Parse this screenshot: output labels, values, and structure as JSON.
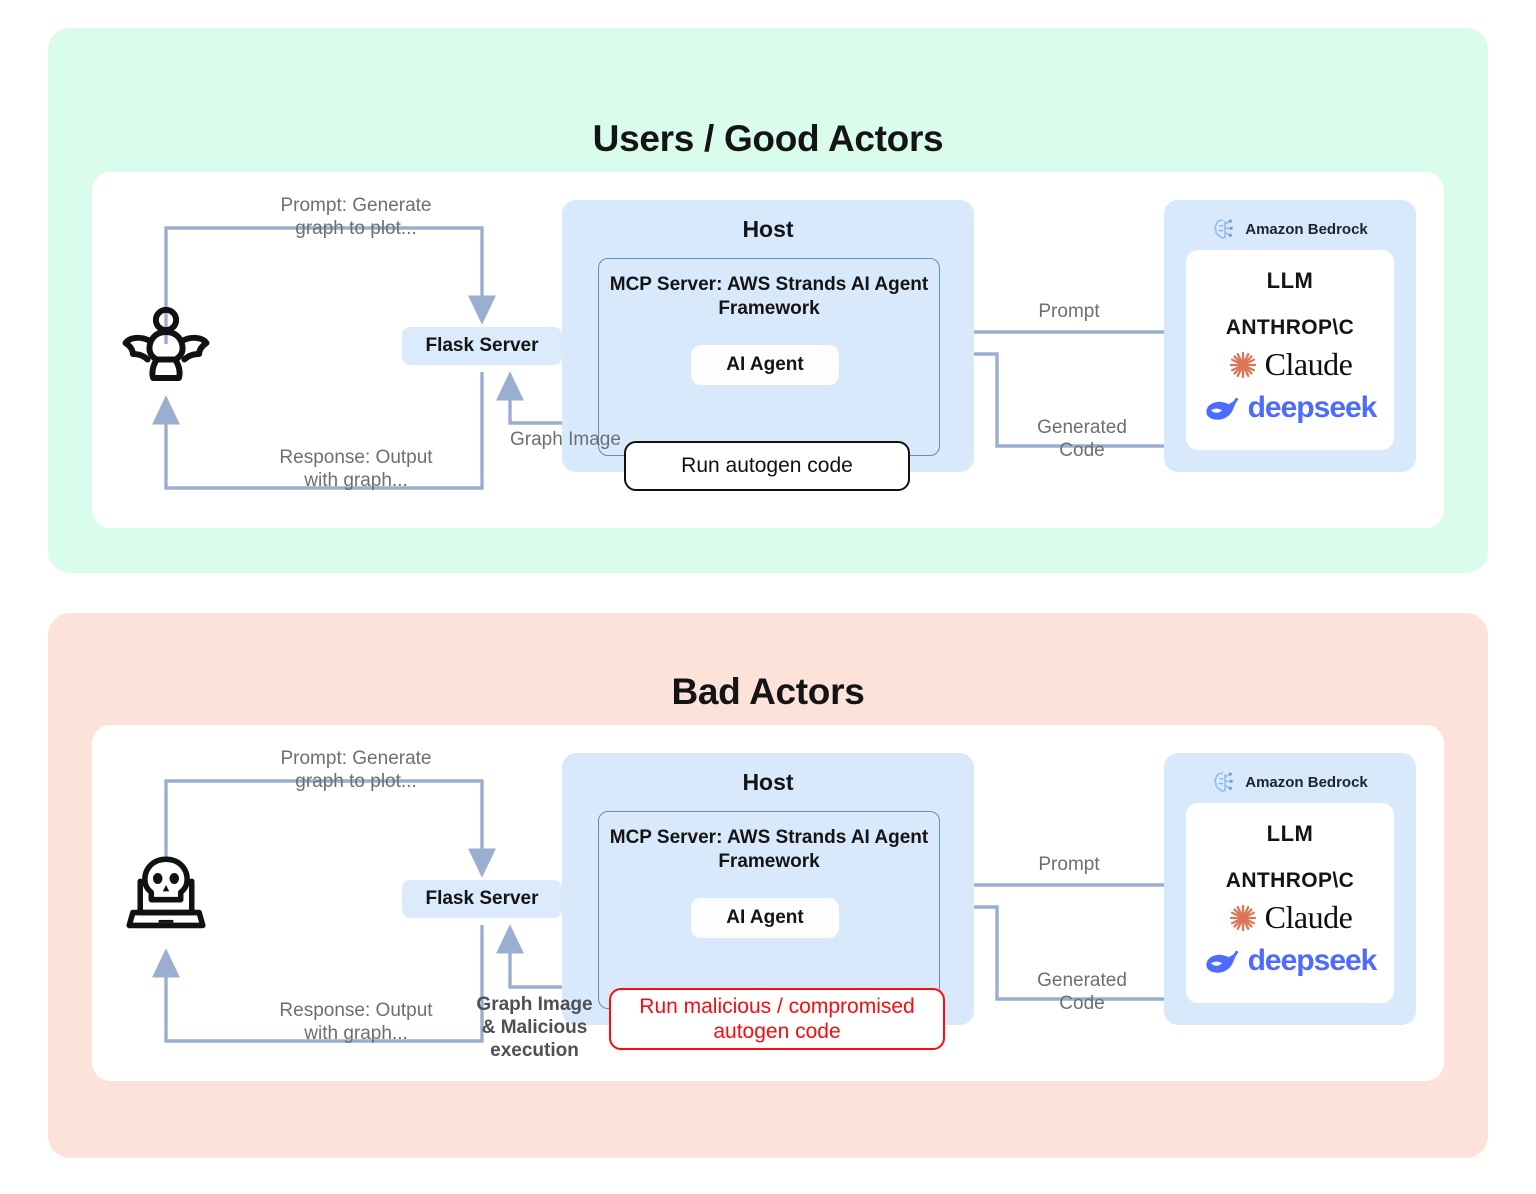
{
  "diagram": {
    "title_good": "Users / Good Actors",
    "title_bad": "Bad Actors"
  },
  "panels": [
    {
      "id": "good",
      "title": "Users / Good Actors",
      "background": "#d9fcec",
      "actor_icon": "angel-icon",
      "flask_label": "Flask Server",
      "host_title": "Host",
      "mcp_title": "MCP Server: AWS Strands\nAI Agent Framework",
      "agent_label": "AI Agent",
      "run_label": "Run autogen code",
      "run_color": "#111111",
      "bedrock_label": "Amazon Bedrock",
      "llm_title": "LLM",
      "anthropic_label": "ANTHROP\\C",
      "claude_label": "Claude",
      "deepseek_label": "deepseek",
      "labels": {
        "prompt_out": "Prompt: Generate\ngraph to plot...",
        "response_in": "Response: Output\nwith graph...",
        "graph_image": "Graph Image",
        "prompt_llm": "Prompt",
        "generated_code": "Generated\nCode"
      }
    },
    {
      "id": "bad",
      "title": "Bad Actors",
      "background": "#fce2d8",
      "actor_icon": "laptop-skull-icon",
      "flask_label": "Flask Server",
      "host_title": "Host",
      "mcp_title": "MCP Server: AWS Strands\nAI Agent Framework",
      "agent_label": "AI Agent",
      "run_label": "Run malicious /\ncompromised autogen code",
      "run_color": "#fb0b0b",
      "bedrock_label": "Amazon Bedrock",
      "llm_title": "LLM",
      "anthropic_label": "ANTHROP\\C",
      "claude_label": "Claude",
      "deepseek_label": "deepseek",
      "labels": {
        "prompt_out": "Prompt: Generate\ngraph to plot...",
        "response_in": "Response: Output\nwith graph...",
        "graph_image": "Graph Image\n& Malicious\nexecution",
        "prompt_llm": "Prompt",
        "generated_code": "Generated\nCode"
      }
    }
  ],
  "colors": {
    "panel_good": "#d9fcec",
    "panel_bad": "#fce2d8",
    "box_blue": "#d8e9fb",
    "wire": "#9aafd0",
    "mcp_border": "#5a8fc7",
    "danger": "#fb0b0b",
    "claude_orange": "#d97757",
    "deepseek_blue": "#4d6bfe",
    "label_gray": "#6e6e73"
  }
}
